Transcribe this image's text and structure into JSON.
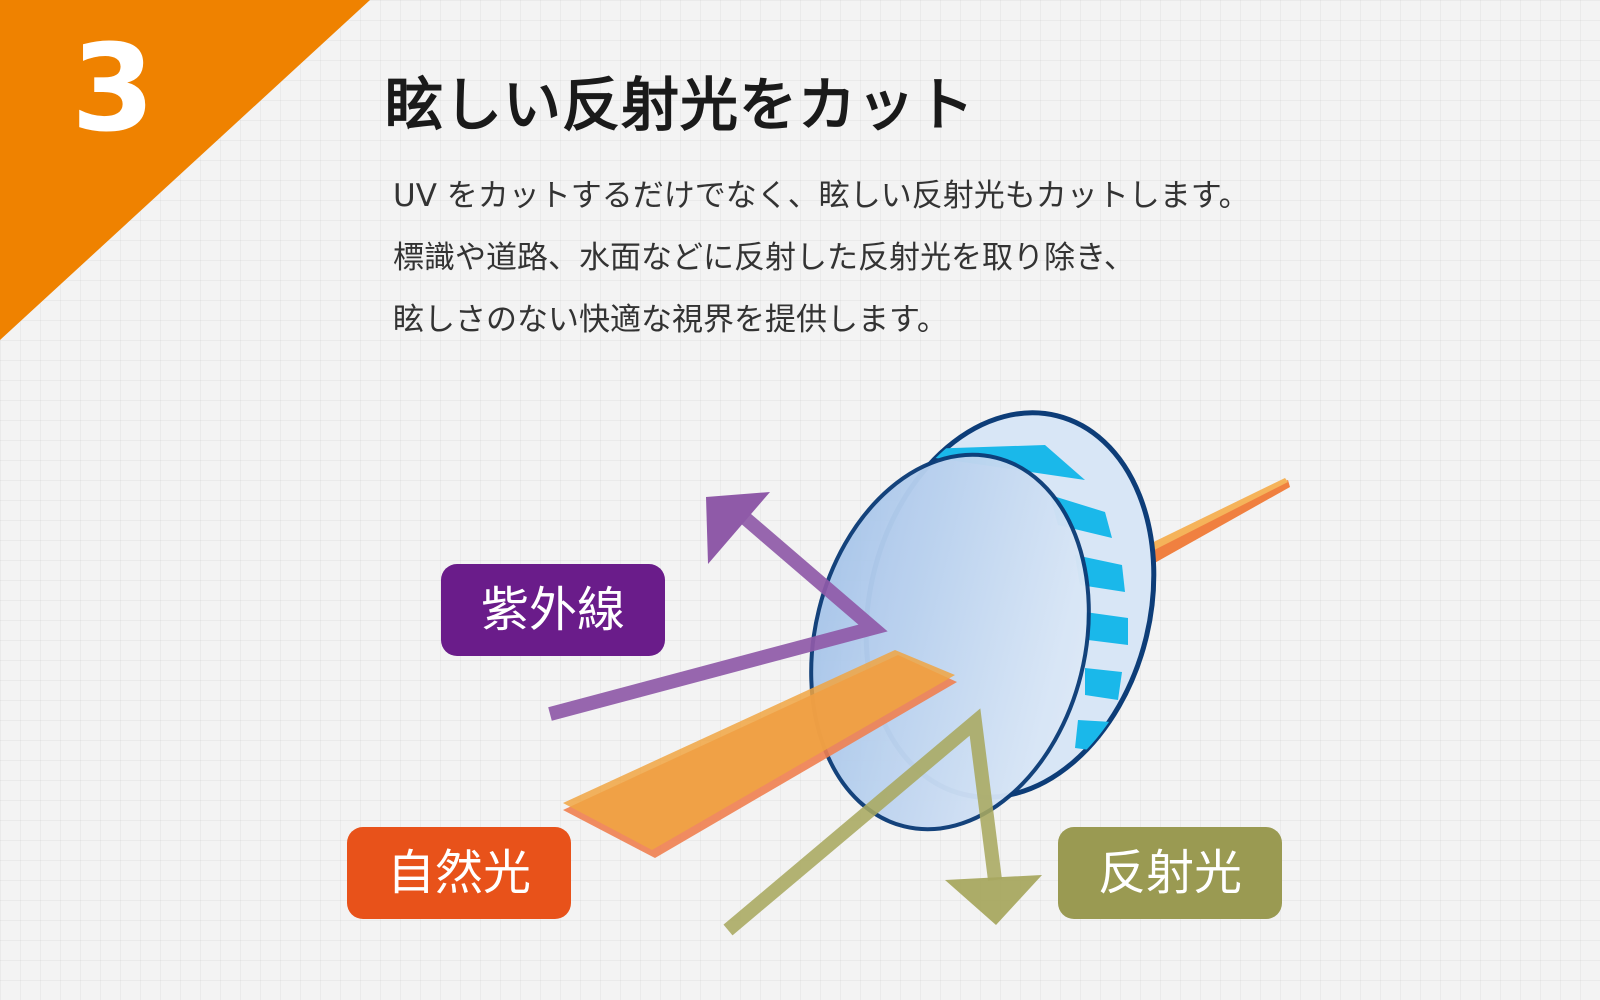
{
  "step_number": "3",
  "title": "眩しい反射光をカット",
  "description": [
    "UV をカットするだけでなく、眩しい反射光もカットします。",
    "標識や道路、水面などに反射した反射光を取り除き、",
    "眩しさのない快適な視界を提供します。"
  ],
  "labels": {
    "uv": "紫外線",
    "natural_light": "自然光",
    "reflected_light": "反射光"
  },
  "colors": {
    "accent": "#ef8200",
    "uv": "#6a1c8a",
    "natural_light": "#e8521a",
    "reflected_light": "#9a9a52",
    "lens_edge": "#0d3d78",
    "lens_stripe": "#1ab8ea"
  }
}
